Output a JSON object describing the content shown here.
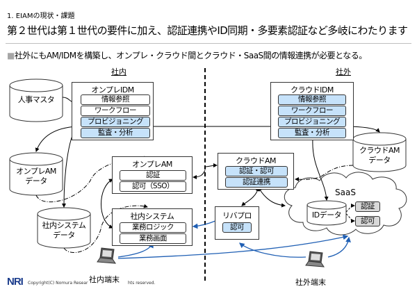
{
  "header": {
    "section": "1. EIAMの現状・課題",
    "title": "第２世代は第１世代の要件に加え、認証連携やID同期・多要素認証など多岐にわたります",
    "bullet_marker": "■",
    "bullet": "社外にもAM/IDMを構築し、オンプレ・クラウド間とクラウド・SaaS間の情報連携が必要となる。"
  },
  "zones": {
    "internal": "社内",
    "external": "社外"
  },
  "onprem_idm": {
    "title": "オンプレIDM",
    "items": [
      {
        "label": "情報参照",
        "style": "white"
      },
      {
        "label": "ワークフロー",
        "style": "white"
      },
      {
        "label": "プロビジョニング",
        "style": "blue"
      },
      {
        "label": "監査・分析",
        "style": "blue"
      }
    ]
  },
  "cloud_idm": {
    "title": "クラウドIDM",
    "items": [
      {
        "label": "情報参照",
        "style": "blue"
      },
      {
        "label": "ワークフロー",
        "style": "blue"
      },
      {
        "label": "プロビジョニング",
        "style": "blue"
      },
      {
        "label": "監査・分析",
        "style": "blue"
      }
    ]
  },
  "onprem_am": {
    "title": "オンプレAM",
    "items": [
      {
        "label": "認証",
        "style": "white"
      },
      {
        "label": "認可（SSO）",
        "style": "white"
      }
    ]
  },
  "internal_system": {
    "title": "社内システム",
    "items": [
      {
        "label": "業務ロジック",
        "style": "white"
      },
      {
        "label": "業務画面",
        "style": "white"
      }
    ]
  },
  "cloud_am": {
    "title": "クラウドAM",
    "items": [
      {
        "label": "認証・認可",
        "style": "blue"
      },
      {
        "label": "認証連携",
        "style": "blue"
      }
    ]
  },
  "reverse_proxy": {
    "title": "リバプロ",
    "items": [
      {
        "label": "認可",
        "style": "blue"
      }
    ]
  },
  "saas": {
    "label": "SaaS",
    "id_data": "IDデータ",
    "items": [
      {
        "label": "認証",
        "style": "gray"
      },
      {
        "label": "認可",
        "style": "gray"
      }
    ]
  },
  "databases": {
    "hr_master": "人事マスタ",
    "onprem_am_data": [
      "オンプレAM",
      "データ"
    ],
    "internal_system_data": [
      "社内システム",
      "データ"
    ],
    "cloud_am_data": [
      "クラウドAM",
      "データ"
    ]
  },
  "terminals": {
    "internal": "社内端末",
    "external": "社外端末"
  },
  "footer": {
    "logo": "NRI",
    "copyright_left": "Copyright(C) Nomura Resear",
    "copyright_right": "hts reserved."
  },
  "colors": {
    "blue_fill": "#c6e2fa",
    "gray_fill": "#d9d9d9",
    "flow_blue": "#1f5fb4",
    "logo_blue": "#1b3c8c"
  }
}
